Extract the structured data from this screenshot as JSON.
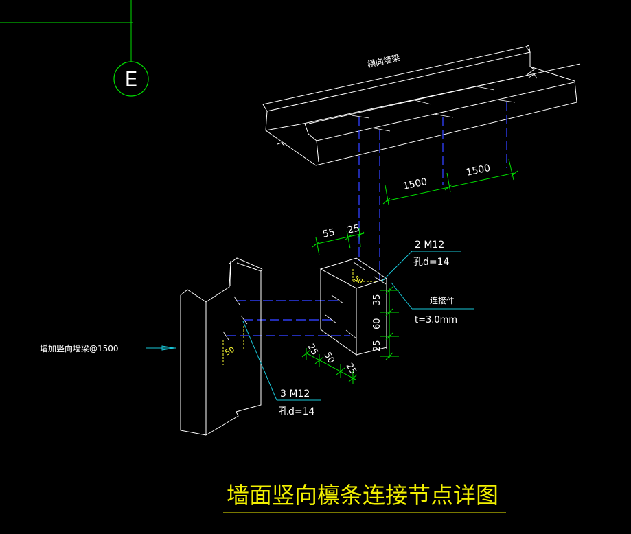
{
  "colors": {
    "background": "#000000",
    "white": "#ffffff",
    "green": "#00e000",
    "blue": "#2e3cf0",
    "cyan": "#19c7d9",
    "yellow": "#ffff33",
    "title_yellow": "#f2f000"
  },
  "icons": [
    "axis-bubble",
    "arrow-right-icon"
  ],
  "labels": {
    "axis_bubble": "E",
    "beam_label": "横向墙梁",
    "dim_1500_a": "1500",
    "dim_1500_b": "1500",
    "dim_55": "55",
    "dim_25_top": "25",
    "bolt_top_spec": "2 M12",
    "bolt_top_hole": "孔d=14",
    "dim_50_top": "50",
    "connector_label": "连接件",
    "connector_thickness": "t=3.0mm",
    "dim_35": "35",
    "dim_60": "60",
    "dim_25_right": "25",
    "dim_25_bottom_a": "25",
    "dim_50_bottom": "50",
    "dim_25_bottom_b": "25",
    "dim_50_left": "50",
    "bolt_left_spec": "3 M12",
    "bolt_left_hole": "孔d=14",
    "note_left": "增加竖向墙梁@1500",
    "title": "墙面竖向檩条连接节点详图"
  }
}
